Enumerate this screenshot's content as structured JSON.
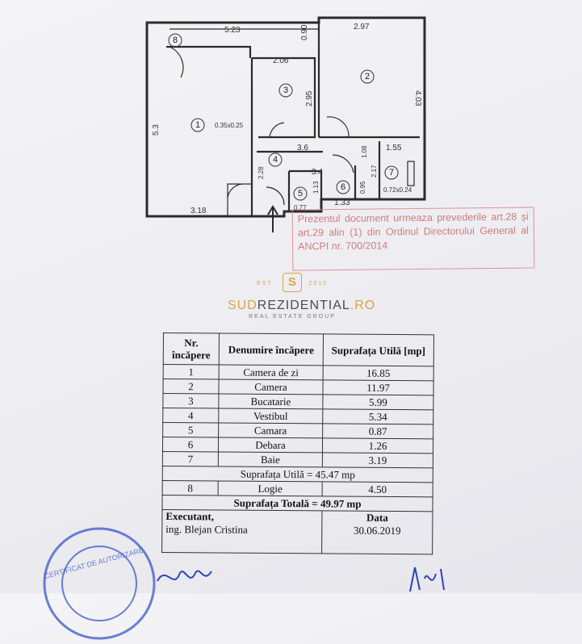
{
  "plan": {
    "dimensions": [
      "5.23",
      "0.90",
      "2.97",
      "2.06",
      "4.03",
      "2.95",
      "5.3",
      "0.35x0.25",
      "3.6",
      "1.55",
      "1.08",
      "2.28",
      "3.4",
      "2.17",
      "0.95",
      "1.13",
      "0.77",
      "1.33",
      "0.72x0.24",
      "3.18"
    ],
    "rooms": [
      "1",
      "2",
      "3",
      "4",
      "5",
      "6",
      "7",
      "8"
    ]
  },
  "stamp": {
    "text": "Prezentul document urmeaza prevederile art.28 și art.29 alin (1) din Ordinul Directorului General al ANCPI nr. 700/2014"
  },
  "logo": {
    "est_left": "EST",
    "est_right": "2010",
    "mark": "S",
    "name_a": "SUD",
    "name_b": "REZIDENTIAL",
    "name_c": ".RO",
    "subtitle": "REAL ESTATE GROUP"
  },
  "table": {
    "header": {
      "nr": "Nr. încăpere",
      "name": "Denumire încăpere",
      "area": "Suprafața Utilă [mp]"
    },
    "rows": [
      {
        "nr": "1",
        "name": "Camera de zi",
        "area": "16.85"
      },
      {
        "nr": "2",
        "name": "Camera",
        "area": "11.97"
      },
      {
        "nr": "3",
        "name": "Bucatarie",
        "area": "5.99"
      },
      {
        "nr": "4",
        "name": "Vestibul",
        "area": "5.34"
      },
      {
        "nr": "5",
        "name": "Camara",
        "area": "0.87"
      },
      {
        "nr": "6",
        "name": "Debara",
        "area": "1.26"
      },
      {
        "nr": "7",
        "name": "Baie",
        "area": "3.19"
      }
    ],
    "subtotal": "Suprafața Utilă = 45.47 mp",
    "logia": {
      "nr": "8",
      "name": "Logie",
      "area": "4.50"
    },
    "total": "Suprafața Totală = 49.97 mp",
    "executant_label": "Executant,",
    "executant_name": "ing. Blejan Cristina",
    "date_label": "Data",
    "date_value": "30.06.2019"
  },
  "seal": {
    "center": "CERTIFICAT DE AUTORIZARE",
    "seal_color": "#3a56c9"
  }
}
